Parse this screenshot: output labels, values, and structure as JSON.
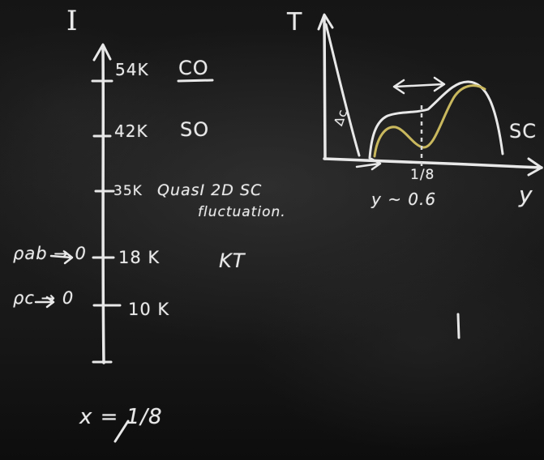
{
  "axis_label_left": "I",
  "scale_marks": [
    {
      "label": "54K",
      "note": "CO"
    },
    {
      "label": "42K",
      "note": "SO"
    },
    {
      "label": "35K",
      "note": "QuasI 2D SC"
    },
    {
      "label": "18 K",
      "note": "KT"
    },
    {
      "label": "10 K",
      "note": ""
    }
  ],
  "fluctuation_note": "fluctuation.",
  "left_notes": [
    "ρab → 0",
    "ρc → 0"
  ],
  "doping": "x = 1/8",
  "graph": {
    "y_axis_label": "T",
    "x_axis_label": "y",
    "gap_label": "Δc",
    "tick_label": "1/8",
    "region_label": "SC",
    "x_note": "y ~ 0.6"
  },
  "stray_mark": "-1",
  "colors": {
    "chalk": "#e8e8e8",
    "yellow_chalk": "#c9b85e",
    "board": "#181818"
  }
}
